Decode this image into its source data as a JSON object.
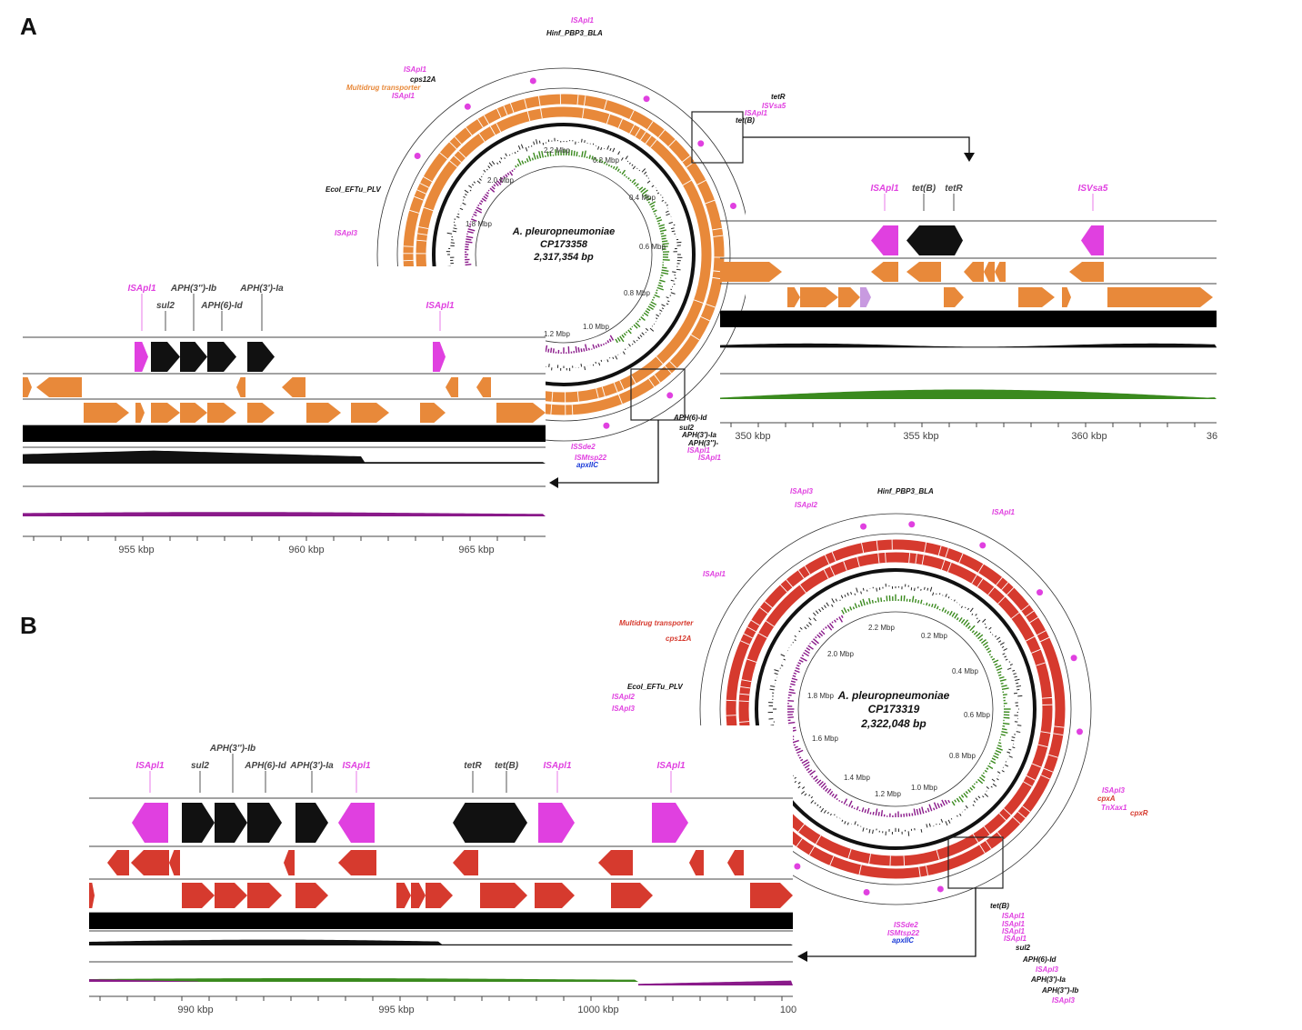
{
  "colors": {
    "panel_a_cds": "#e8893a",
    "panel_b_cds": "#d63a2e",
    "is_element": "#e040e0",
    "resistance": "#111111",
    "gc_pos": "#3a8a1e",
    "gc_neg": "#8a1a8a",
    "virulence": "#1a3ad8",
    "frame": "#222222"
  },
  "panel_a": {
    "label": "A",
    "circle": {
      "title": "A. pleuropneumoniae",
      "accession": "CP173358",
      "size": "2,317,354 bp",
      "scale_labels": [
        "2.2 Mbp",
        "0.2 Mbp",
        "2.0 Mbp",
        "0.4 Mbp",
        "1.8 Mbp",
        "0.6 Mbp",
        "0.8 Mbp",
        "1.0 Mbp",
        "1.2 Mbp"
      ],
      "annotations": {
        "top_is": "ISApl1",
        "bla": "Hinf_PBP3_BLA",
        "is_a": "ISApl1",
        "cps": "cps12A",
        "multidrug": "Multidrug transporter",
        "is_b": "ISApl1",
        "tetr": "tetR",
        "isvsa5": "ISVsa5",
        "is_c": "ISApl1",
        "tetb": "tet(B)",
        "ecol": "Ecol_EFTu_PLV",
        "isapl3": "ISApl3",
        "ssde": "ISSde2",
        "ismtsp": "ISMtsp22",
        "apx": "apxIIC",
        "aph6": "APH(6)-Id",
        "sul2": "sul2",
        "aph3p": "APH(3')-Ia",
        "aph3pp": "APH(3'')-",
        "is_d": "ISApl1",
        "is_e": "ISApl1"
      }
    },
    "linear_right": {
      "genes": [
        "ISApl1",
        "tet(B)",
        "tetR",
        "ISVsa5"
      ],
      "axis": [
        "350 kbp",
        "355 kbp",
        "360 kbp",
        "36"
      ]
    },
    "linear_left": {
      "genes": [
        "ISApl1",
        "sul2",
        "APH(3'')-Ib",
        "APH(6)-Id",
        "APH(3')-Ia",
        "ISApl1"
      ],
      "axis": [
        "955 kbp",
        "960 kbp",
        "965 kbp"
      ]
    }
  },
  "panel_b": {
    "label": "B",
    "circle": {
      "title": "A. pleuropneumoniae",
      "accession": "CP173319",
      "size": "2,322,048 bp",
      "scale_labels": [
        "2.2 Mbp",
        "0.2 Mbp",
        "2.0 Mbp",
        "0.4 Mbp",
        "1.8 Mbp",
        "0.6 Mbp",
        "1.6 Mbp",
        "0.8 Mbp",
        "1.4 Mbp",
        "1.0 Mbp",
        "1.2 Mbp"
      ],
      "annotations": {
        "isapl3_top": "ISApl3",
        "isapl2_top": "ISApl2",
        "bla": "Hinf_PBP3_BLA",
        "is_top_right": "ISApl1",
        "is_left": "ISApl1",
        "multidrug": "Multidrug transporter",
        "cps": "cps12A",
        "ecol": "Ecol_EFTu_PLV",
        "isapl2": "ISApl2",
        "isapl3": "ISApl3",
        "r_isapl3": "ISApl3",
        "cpxa": "cpxA",
        "tnxax": "TnXax1",
        "cpxr": "cpxR",
        "ssde": "ISSde2",
        "ismtsp": "ISMtsp22",
        "apx": "apxIIC",
        "tetb": "tet(B)",
        "is1": "ISApl1",
        "is2": "ISApl1",
        "is3": "ISApl1",
        "is4": "ISApl1",
        "sul2": "sul2",
        "aph6": "APH(6)-Id",
        "is_l3": "ISApl3",
        "aph3p": "APH(3')-Ia",
        "aph3pp": "APH(3'')-Ib",
        "is_l3b": "ISApl3"
      }
    },
    "linear": {
      "genes": [
        "ISApl1",
        "sul2",
        "APH(3'')-Ib",
        "APH(6)-Id",
        "APH(3')-Ia",
        "ISApl1",
        "tetR",
        "tet(B)",
        "ISApl1",
        "ISApl1"
      ],
      "axis": [
        "990 kbp",
        "995 kbp",
        "1000 kbp",
        "100"
      ]
    }
  }
}
